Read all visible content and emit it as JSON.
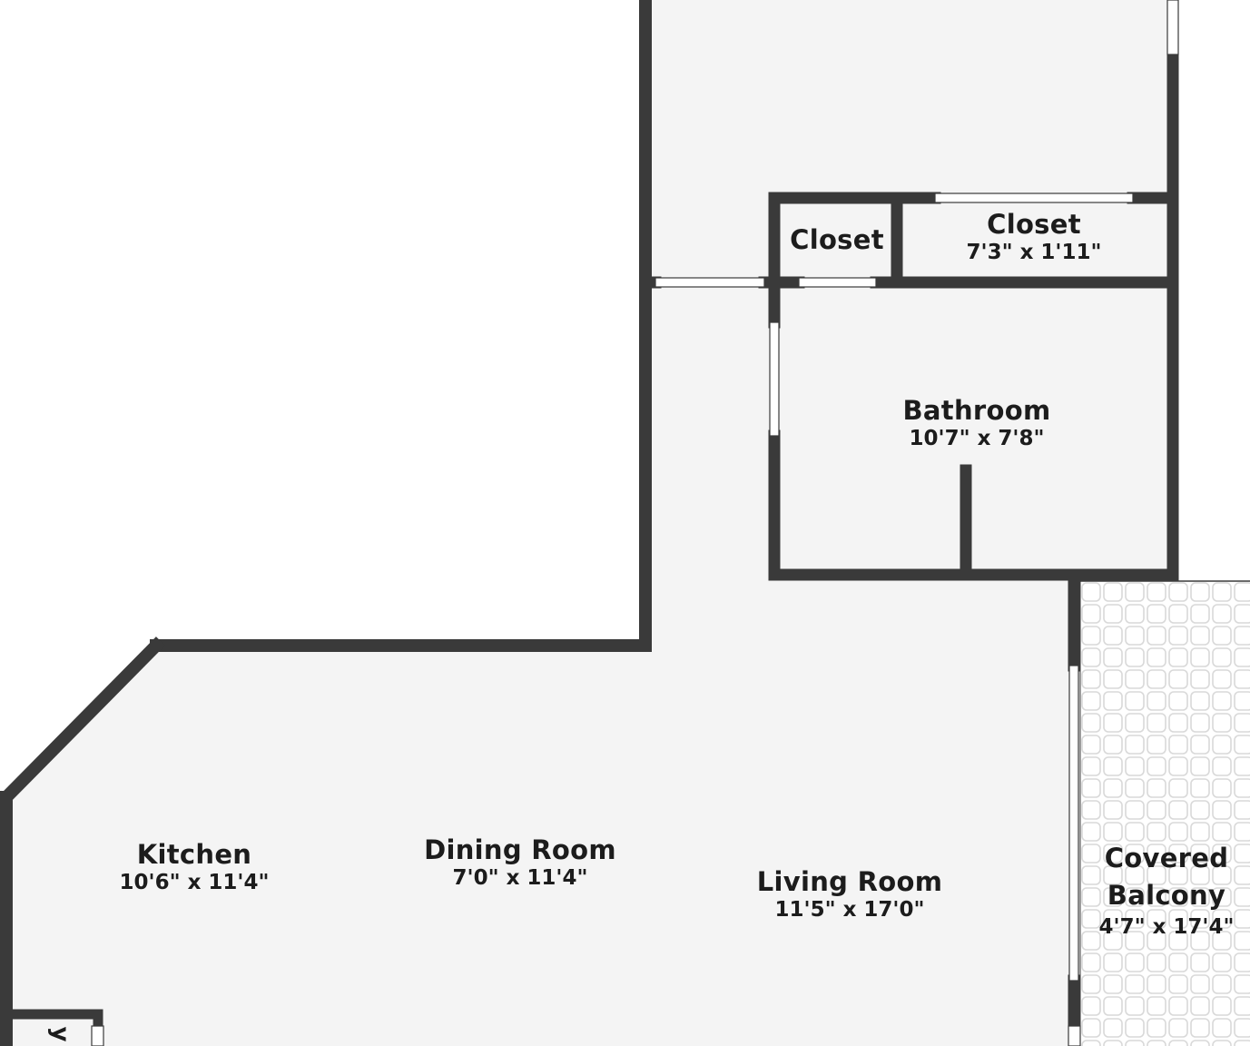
{
  "colors": {
    "wall": "#3a3a3a",
    "floor": "#f4f4f4",
    "background": "#ffffff",
    "opening": "#ffffff",
    "balcony_tile": "#d9d9d9",
    "text": "#1c1c1c"
  },
  "rooms": {
    "closet_small": {
      "name": "Closet"
    },
    "closet_large": {
      "name": "Closet",
      "dims": "7'3\" x 1'11\""
    },
    "bathroom": {
      "name": "Bathroom",
      "dims": "10'7\" x 7'8\""
    },
    "kitchen": {
      "name": "Kitchen",
      "dims": "10'6\" x 11'4\""
    },
    "dining_room": {
      "name": "Dining Room",
      "dims": "7'0\" x 11'4\""
    },
    "living_room": {
      "name": "Living Room",
      "dims": "11'5\" x 17'0\""
    },
    "covered_balcony": {
      "name_line1": "Covered",
      "name_line2": "Balcony",
      "dims": "4'7\" x 17'4\""
    },
    "partial_room": {
      "name_fragment": "y"
    }
  }
}
